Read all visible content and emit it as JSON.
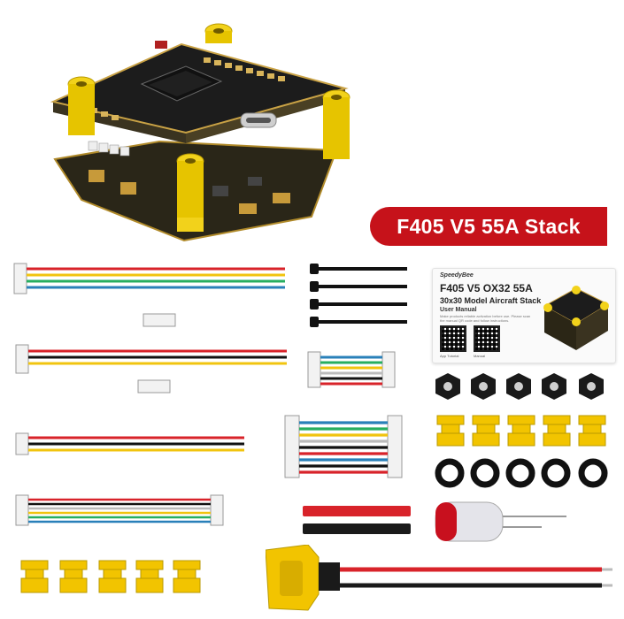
{
  "product_banner": "F405 V5 55A Stack",
  "manual": {
    "brand": "SpeedyBee",
    "title": "F405 V5 OX32 55A",
    "subtitle": "30x30 Model Aircraft Stack",
    "doc_type": "User Manual",
    "note": "Make products reliable activation before use. Please scan the manual QR code and follow instructions.",
    "qr_captions": [
      "App Tutorial",
      "Manual"
    ]
  },
  "colors": {
    "banner": "#c6121a",
    "spacer_yellow": "#f2d21b",
    "pcb_dark": "#1d1d1d",
    "wire_red": "#d8232a",
    "wire_black": "#1a1a1a"
  },
  "icons": [
    "flight-controller-stack",
    "connector-cable",
    "screw",
    "hex-nut",
    "rubber-grommet",
    "o-ring",
    "power-wire",
    "capacitor",
    "xt60-connector"
  ]
}
